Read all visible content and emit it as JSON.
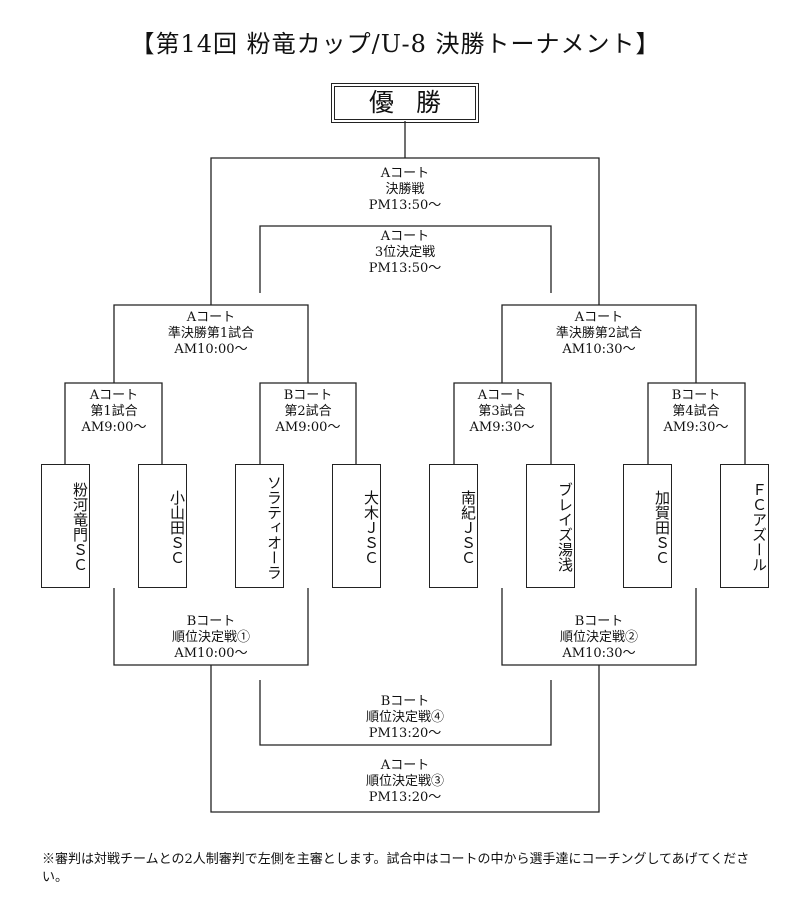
{
  "title": "【第14回 粉竜カップ/U-8 決勝トーナメント】",
  "champion": "優勝",
  "teams": [
    {
      "name": "粉河竜門ＳＣ"
    },
    {
      "name": "小山田ＳＣ"
    },
    {
      "name": "ソラティオーラ"
    },
    {
      "name": "大木ＪＳＣ"
    },
    {
      "name": "南紀ＪＳＣ"
    },
    {
      "name": "ブレイズ湯浅"
    },
    {
      "name": "加賀田ＳＣ"
    },
    {
      "name": "ＦＣアズール"
    }
  ],
  "matches": {
    "final": {
      "court": "Aコート",
      "name": "決勝戦",
      "time": "PM13:50～"
    },
    "third_place": {
      "court": "Aコート",
      "name": "3位決定戦",
      "time": "PM13:50～"
    },
    "semi1": {
      "court": "Aコート",
      "name": "準決勝第1試合",
      "time": "AM10:00～"
    },
    "semi2": {
      "court": "Aコート",
      "name": "準決勝第2試合",
      "time": "AM10:30～"
    },
    "qf1": {
      "court": "Aコート",
      "name": "第1試合",
      "time": "AM9:00～"
    },
    "qf2": {
      "court": "Bコート",
      "name": "第2試合",
      "time": "AM9:00～"
    },
    "qf3": {
      "court": "Aコート",
      "name": "第3試合",
      "time": "AM9:30～"
    },
    "qf4": {
      "court": "Bコート",
      "name": "第4試合",
      "time": "AM9:30～"
    },
    "rank1": {
      "court": "Bコート",
      "name": "順位決定戦①",
      "time": "AM10:00～"
    },
    "rank2": {
      "court": "Bコート",
      "name": "順位決定戦②",
      "time": "AM10:30～"
    },
    "rank4": {
      "court": "Bコート",
      "name": "順位決定戦④",
      "time": "PM13:20～"
    },
    "rank3": {
      "court": "Aコート",
      "name": "順位決定戦③",
      "time": "PM13:20～"
    }
  },
  "note": "※審判は対戦チームとの2人制審判で左側を主審とします。試合中はコートの中から選手達にコーチングしてあげてください。"
}
